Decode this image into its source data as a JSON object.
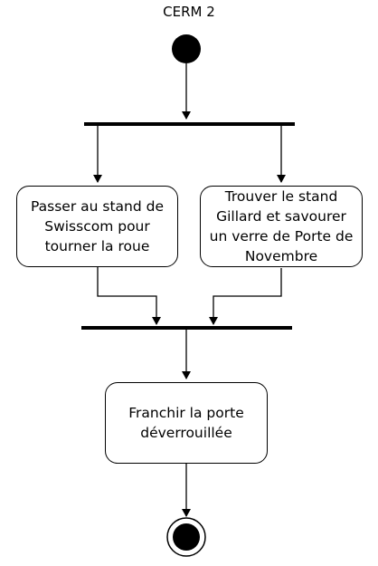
{
  "diagram": {
    "title": "CERM 2",
    "actions": {
      "left": "Passer au stand de Swisscom pour tourner la roue",
      "right": "Trouver le stand Gillard et savourer un verre de Porte de Novembre",
      "final": "Franchir la porte déverrouillée"
    },
    "colors": {
      "stroke": "#000000",
      "fill": "#ffffff"
    }
  }
}
